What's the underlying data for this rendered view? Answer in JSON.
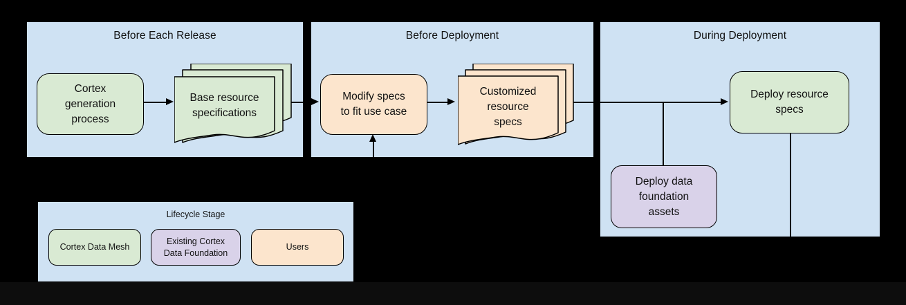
{
  "panels": {
    "release": {
      "title": "Before Each Release"
    },
    "before_deploy": {
      "title": "Before Deployment"
    },
    "during_deploy": {
      "title": "During Deployment"
    }
  },
  "nodes": {
    "cortex_generation": {
      "label": "Cortex\ngeneration\nprocess",
      "stage": "Cortex Data Mesh"
    },
    "base_specs": {
      "label": "Base resource\nspecifications",
      "stage": "Cortex Data Mesh"
    },
    "modify_specs": {
      "label": "Modify specs\nto fit use case",
      "stage": "Users"
    },
    "customized_specs": {
      "label": "Customized\nresource\nspecs",
      "stage": "Users"
    },
    "deploy_resource_specs": {
      "label": "Deploy resource\nspecs",
      "stage": "Cortex Data Mesh"
    },
    "deploy_foundation_assets": {
      "label": "Deploy data\nfoundation\nassets",
      "stage": "Existing Cortex Data Foundation"
    }
  },
  "legend": {
    "title": "Lifecycle Stage",
    "items": [
      {
        "label": "Cortex Data Mesh",
        "color": "#d9ead3"
      },
      {
        "label": "Existing Cortex\nData Foundation",
        "color": "#d9d2e9"
      },
      {
        "label": "Users",
        "color": "#fce5cd"
      }
    ]
  },
  "colors": {
    "background": "#000000",
    "panel_background": "#cfe2f3",
    "green": "#d9ead3",
    "orange": "#fce5cd",
    "purple": "#d9d2e9",
    "line": "#000000"
  }
}
